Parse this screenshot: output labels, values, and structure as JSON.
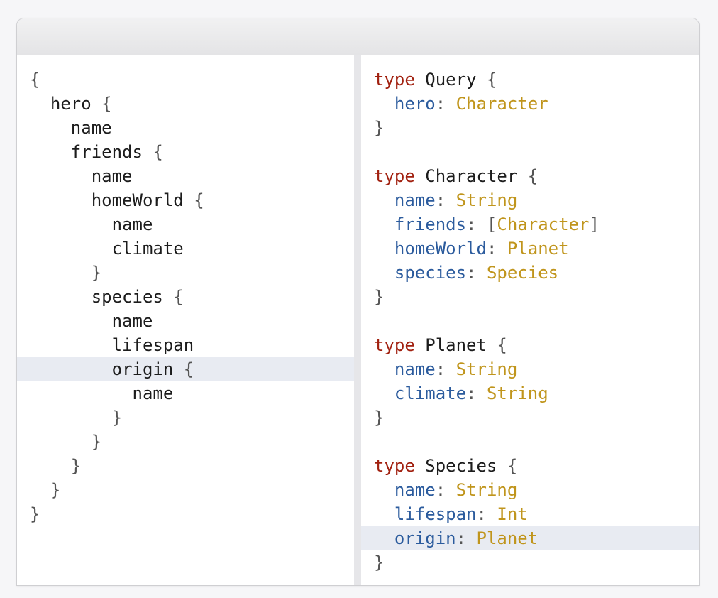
{
  "query": {
    "lines": [
      [
        {
          "t": "punct",
          "v": "{"
        }
      ],
      [
        {
          "t": "field",
          "v": "  hero"
        },
        {
          "t": "punct",
          "v": " {"
        }
      ],
      [
        {
          "t": "field",
          "v": "    name"
        }
      ],
      [
        {
          "t": "field",
          "v": "    friends"
        },
        {
          "t": "punct",
          "v": " {"
        }
      ],
      [
        {
          "t": "field",
          "v": "      name"
        }
      ],
      [
        {
          "t": "field",
          "v": "      homeWorld"
        },
        {
          "t": "punct",
          "v": " {"
        }
      ],
      [
        {
          "t": "field",
          "v": "        name"
        }
      ],
      [
        {
          "t": "field",
          "v": "        climate"
        }
      ],
      [
        {
          "t": "punct",
          "v": "      }"
        }
      ],
      [
        {
          "t": "field",
          "v": "      species"
        },
        {
          "t": "punct",
          "v": " {"
        }
      ],
      [
        {
          "t": "field",
          "v": "        name"
        }
      ],
      [
        {
          "t": "field",
          "v": "        lifespan"
        }
      ],
      [
        {
          "t": "field",
          "v": "        origin"
        },
        {
          "t": "punct",
          "v": " {"
        }
      ],
      [
        {
          "t": "field",
          "v": "          name"
        }
      ],
      [
        {
          "t": "punct",
          "v": "        }"
        }
      ],
      [
        {
          "t": "punct",
          "v": "      }"
        }
      ],
      [
        {
          "t": "punct",
          "v": "    }"
        }
      ],
      [
        {
          "t": "punct",
          "v": "  }"
        }
      ],
      [
        {
          "t": "punct",
          "v": "}"
        }
      ]
    ],
    "highlighted": [
      12
    ]
  },
  "schema": {
    "lines": [
      [
        {
          "t": "keyword",
          "v": "type"
        },
        {
          "t": "typename",
          "v": " Query"
        },
        {
          "t": "punct",
          "v": " {"
        }
      ],
      [
        {
          "t": "prop",
          "v": "  hero"
        },
        {
          "t": "punct",
          "v": ": "
        },
        {
          "t": "type",
          "v": "Character"
        }
      ],
      [
        {
          "t": "punct",
          "v": "}"
        }
      ],
      [],
      [
        {
          "t": "keyword",
          "v": "type"
        },
        {
          "t": "typename",
          "v": " Character"
        },
        {
          "t": "punct",
          "v": " {"
        }
      ],
      [
        {
          "t": "prop",
          "v": "  name"
        },
        {
          "t": "punct",
          "v": ": "
        },
        {
          "t": "type",
          "v": "String"
        }
      ],
      [
        {
          "t": "prop",
          "v": "  friends"
        },
        {
          "t": "punct",
          "v": ": ["
        },
        {
          "t": "type",
          "v": "Character"
        },
        {
          "t": "punct",
          "v": "]"
        }
      ],
      [
        {
          "t": "prop",
          "v": "  homeWorld"
        },
        {
          "t": "punct",
          "v": ": "
        },
        {
          "t": "type",
          "v": "Planet"
        }
      ],
      [
        {
          "t": "prop",
          "v": "  species"
        },
        {
          "t": "punct",
          "v": ": "
        },
        {
          "t": "type",
          "v": "Species"
        }
      ],
      [
        {
          "t": "punct",
          "v": "}"
        }
      ],
      [],
      [
        {
          "t": "keyword",
          "v": "type"
        },
        {
          "t": "typename",
          "v": " Planet"
        },
        {
          "t": "punct",
          "v": " {"
        }
      ],
      [
        {
          "t": "prop",
          "v": "  name"
        },
        {
          "t": "punct",
          "v": ": "
        },
        {
          "t": "type",
          "v": "String"
        }
      ],
      [
        {
          "t": "prop",
          "v": "  climate"
        },
        {
          "t": "punct",
          "v": ": "
        },
        {
          "t": "type",
          "v": "String"
        }
      ],
      [
        {
          "t": "punct",
          "v": "}"
        }
      ],
      [],
      [
        {
          "t": "keyword",
          "v": "type"
        },
        {
          "t": "typename",
          "v": " Species"
        },
        {
          "t": "punct",
          "v": " {"
        }
      ],
      [
        {
          "t": "prop",
          "v": "  name"
        },
        {
          "t": "punct",
          "v": ": "
        },
        {
          "t": "type",
          "v": "String"
        }
      ],
      [
        {
          "t": "prop",
          "v": "  lifespan"
        },
        {
          "t": "punct",
          "v": ": "
        },
        {
          "t": "type",
          "v": "Int"
        }
      ],
      [
        {
          "t": "prop",
          "v": "  origin"
        },
        {
          "t": "punct",
          "v": ": "
        },
        {
          "t": "type",
          "v": "Planet"
        }
      ],
      [
        {
          "t": "punct",
          "v": "}"
        }
      ]
    ],
    "highlighted": [
      19
    ]
  },
  "colors": {
    "keyword": "#a1200f",
    "property": "#2b5b9d",
    "type": "#c0951c",
    "text": "#1c1c1c",
    "punctuation": "#555555",
    "highlight": "#e8ebf2"
  }
}
